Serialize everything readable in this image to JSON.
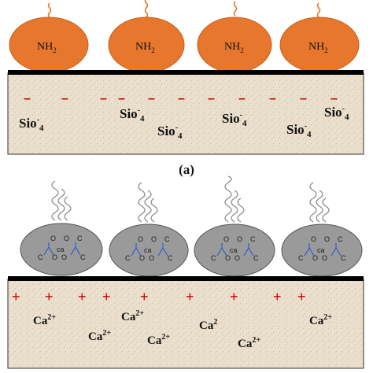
{
  "panel_a": {
    "molecules": [
      {
        "label": "NH",
        "sub": "2"
      },
      {
        "label": "NH",
        "sub": "2"
      },
      {
        "label": "NH",
        "sub": "2"
      },
      {
        "label": "NH",
        "sub": "2"
      }
    ],
    "charge_symbol": "–",
    "ions": [
      {
        "text": "Sio",
        "sup": "-",
        "sub": "4"
      },
      {
        "text": "Sio",
        "sup": "-",
        "sub": "4"
      },
      {
        "text": "Sio",
        "sup": "-",
        "sub": "4"
      },
      {
        "text": "Sio",
        "sup": "-",
        "sub": "4"
      },
      {
        "text": "Sio",
        "sup": "-",
        "sub": "4"
      },
      {
        "text": "Sio",
        "sup": "-",
        "sub": "4"
      }
    ],
    "caption": "(a)"
  },
  "panel_b": {
    "complex_atoms": {
      "ca": "ca",
      "o": "O",
      "c": "C"
    },
    "charge_symbol": "+",
    "ions": [
      {
        "text": "Ca",
        "sup": "2+"
      },
      {
        "text": "Ca",
        "sup": "2+"
      },
      {
        "text": "Ca",
        "sup": "2+"
      },
      {
        "text": "Ca",
        "sup": "2"
      },
      {
        "text": "Ca",
        "sup": "2+"
      },
      {
        "text": "Ca",
        "sup": "2+"
      }
    ]
  },
  "colors": {
    "nh2_particle": "#e8772e",
    "complex_particle": "#9a9a9a",
    "substrate": "#e7dcc8",
    "surface_line": "#000000",
    "charge": "#cc0000",
    "tether": "#e8772e",
    "chain": "#888888",
    "bond": "#2255cc"
  }
}
